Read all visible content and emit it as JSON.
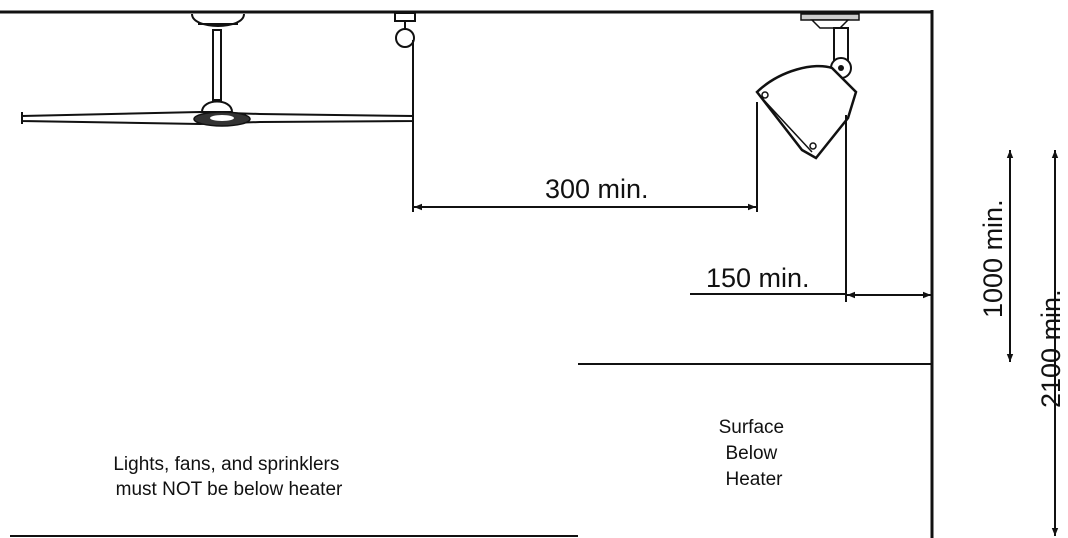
{
  "dimensions": {
    "horizontal_clearance": "300 min.",
    "wall_clearance": "150 min.",
    "vertical_clearance_surface": "1000 min.",
    "mounting_height": "2100 min."
  },
  "notes": {
    "lights_fans_sprinklers": [
      "Lights, fans, and sprinklers",
      "must NOT be below heater"
    ],
    "surface_below_heater": [
      "Surface",
      "Below",
      "Heater"
    ]
  },
  "colors": {
    "line": "#111111",
    "background": "#ffffff"
  }
}
